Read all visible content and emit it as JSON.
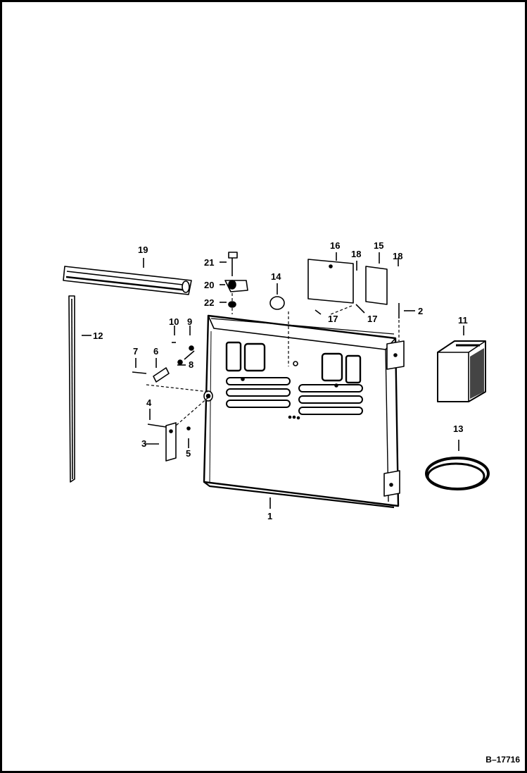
{
  "figure_id": "B–17716",
  "callouts": {
    "c1": "1",
    "c2": "2",
    "c3": "3",
    "c4": "4",
    "c5": "5",
    "c6": "6",
    "c7": "7",
    "c8": "8",
    "c9": "9",
    "c10": "10",
    "c11": "11",
    "c12": "12",
    "c13": "13",
    "c14": "14",
    "c15": "15",
    "c16": "16",
    "c17a": "17",
    "c17b": "17",
    "c18a": "18",
    "c18b": "18",
    "c19": "19",
    "c20": "20",
    "c21": "21",
    "c22": "22"
  }
}
